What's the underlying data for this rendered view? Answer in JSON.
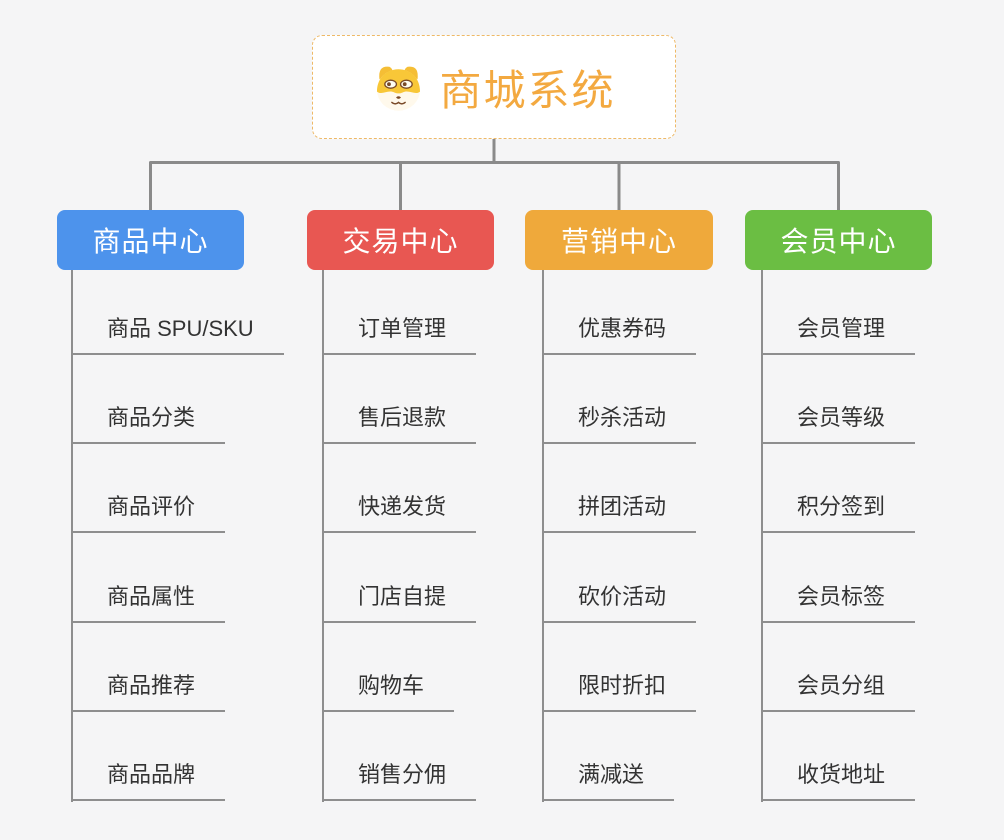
{
  "canvas": {
    "background": "#f5f5f6",
    "connector_color": "#8a8a8a"
  },
  "root": {
    "label": "商城系统",
    "text_color": "#f3a940",
    "icon": "doge-face-icon"
  },
  "branches": [
    {
      "id": "product-center",
      "label": "商品中心",
      "color": "#4d93ec",
      "items": [
        "商品 SPU/SKU",
        "商品分类",
        "商品评价",
        "商品属性",
        "商品推荐",
        "商品品牌"
      ]
    },
    {
      "id": "trade-center",
      "label": "交易中心",
      "color": "#e85752",
      "items": [
        "订单管理",
        "售后退款",
        "快递发货",
        "门店自提",
        "购物车",
        "销售分佣"
      ]
    },
    {
      "id": "marketing-center",
      "label": "营销中心",
      "color": "#efa93b",
      "items": [
        "优惠券码",
        "秒杀活动",
        "拼团活动",
        "砍价活动",
        "限时折扣",
        "满减送"
      ]
    },
    {
      "id": "member-center",
      "label": "会员中心",
      "color": "#6bbe43",
      "items": [
        "会员管理",
        "会员等级",
        "积分签到",
        "会员标签",
        "会员分组",
        "收货地址"
      ]
    }
  ]
}
